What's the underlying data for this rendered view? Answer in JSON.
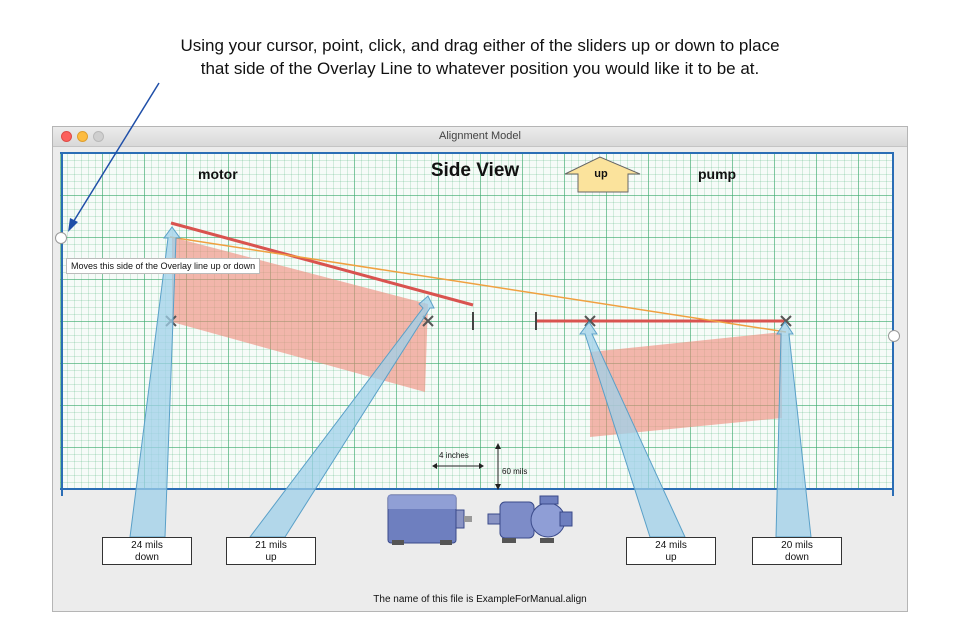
{
  "instruction": {
    "line1": "Using your cursor, point, click, and drag either of the sliders up or down to place",
    "line2": "that side of the Overlay Line to whatever position you would like it to be at."
  },
  "window": {
    "title": "Alignment Model"
  },
  "header": {
    "motor_label": "motor",
    "title": "Side View",
    "up_label": "up",
    "pump_label": "pump"
  },
  "tooltip": "Moves this side of the Overlay line up or down",
  "scale": {
    "horizontal": "4 inches",
    "vertical": "60 mils"
  },
  "readings": [
    {
      "value": "24 mils",
      "direction": "down"
    },
    {
      "value": "21 mils",
      "direction": "up"
    },
    {
      "value": "24 mils",
      "direction": "up"
    },
    {
      "value": "20 mils",
      "direction": "down"
    }
  ],
  "footer": {
    "filename_text": "The name of this file is ExampleForManual.align"
  },
  "colors": {
    "overlay_line": "#f0a040",
    "misalign_line": "#d9534f",
    "shading": "#f08878",
    "arrow_fill": "#9fd0ea",
    "grid": "#3caa6e",
    "frame": "#2a6db5"
  },
  "icons": [
    "motor-icon",
    "pump-icon",
    "up-arrow-icon"
  ]
}
